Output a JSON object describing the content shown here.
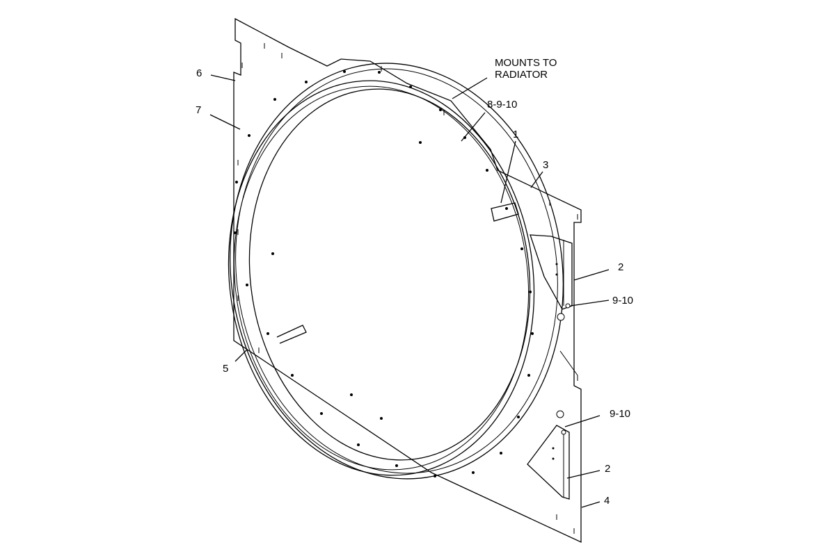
{
  "callouts": {
    "mounts_line1": "MOUNTS TO",
    "mounts_line2": "RADIATOR",
    "c_8_9_10": "8-9-10",
    "c_1": "1",
    "c_3": "3",
    "c_6": "6",
    "c_7": "7",
    "c_2_upper": "2",
    "c_9_10_upper": "9-10",
    "c_5": "5",
    "c_9_10_lower": "9-10",
    "c_2_lower": "2",
    "c_4": "4"
  }
}
